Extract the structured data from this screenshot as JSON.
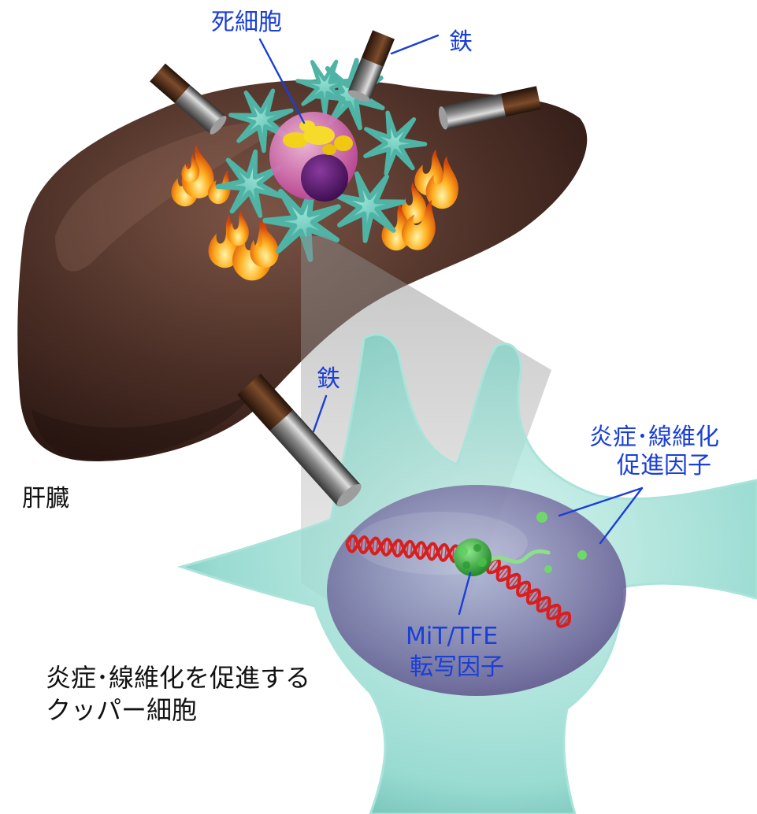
{
  "labels": {
    "dead_cell": "死細胞",
    "iron_top": "鉄",
    "liver": "肝臓",
    "iron_middle": "鉄",
    "factor_line1": "炎症･線維化",
    "factor_line2": "促進因子",
    "tf_line1": "MiT/TFE",
    "tf_line2": "転写因子",
    "kupffer_line1": "炎症･線維化を促進する",
    "kupffer_line2": "クッパー細胞"
  },
  "colors": {
    "label_blue": "#1a3fd6",
    "label_black": "#111111",
    "liver": "#4e3128",
    "kupffer_cell": "#5cc5b6",
    "dna": "#d81e1e",
    "transcription_factor": "#3cb043"
  }
}
